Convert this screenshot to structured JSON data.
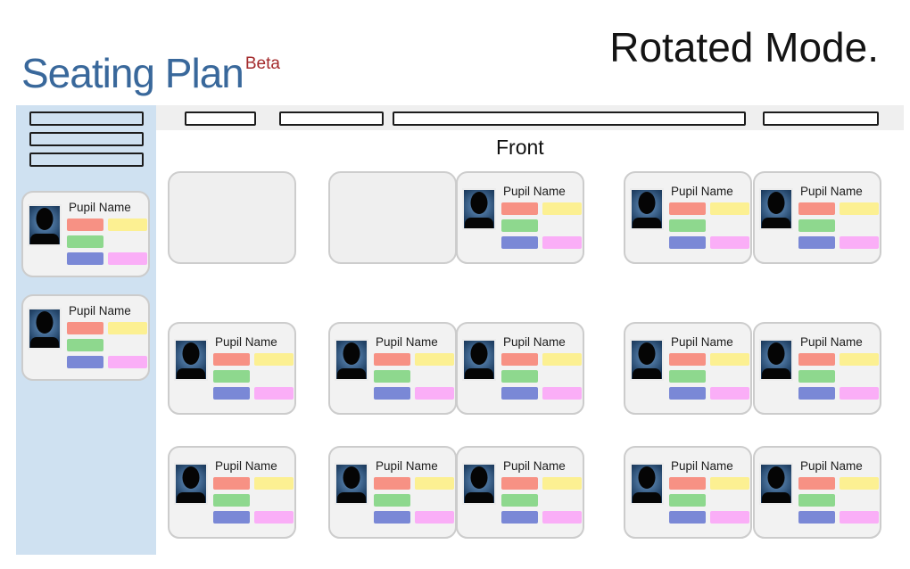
{
  "header": {
    "title": "Seating Plan",
    "beta_tag": "Beta",
    "mode_label": "Rotated Mode."
  },
  "board": {
    "front_label": "Front"
  },
  "pupil_card": {
    "name_label": "Pupil Name",
    "photo_icon": "person-silhouette"
  },
  "seating": {
    "unassigned_pupils": 2,
    "sidebar_menu_slots": 3,
    "toolbar_slots": 4,
    "rows": [
      [
        "empty",
        "empty",
        "pupil",
        "pupil",
        "pupil"
      ],
      [
        "pupil",
        "pupil",
        "pupil",
        "pupil",
        "pupil"
      ],
      [
        "pupil",
        "pupil",
        "pupil",
        "pupil",
        "pupil"
      ]
    ]
  },
  "palette": {
    "title_blue": "#39689b",
    "beta_red": "#a3292b",
    "mode_black": "#141414",
    "sidebar_bg": "#cfe1f1",
    "toolbar_bg": "#efefef",
    "card_bg": "#f2f2f2",
    "card_border": "#cccccc",
    "bar_salmon": "#f79184",
    "bar_yellow": "#fcf092",
    "bar_green": "#8ed88e",
    "bar_blue": "#7a88d6",
    "bar_pink": "#faaef7"
  }
}
